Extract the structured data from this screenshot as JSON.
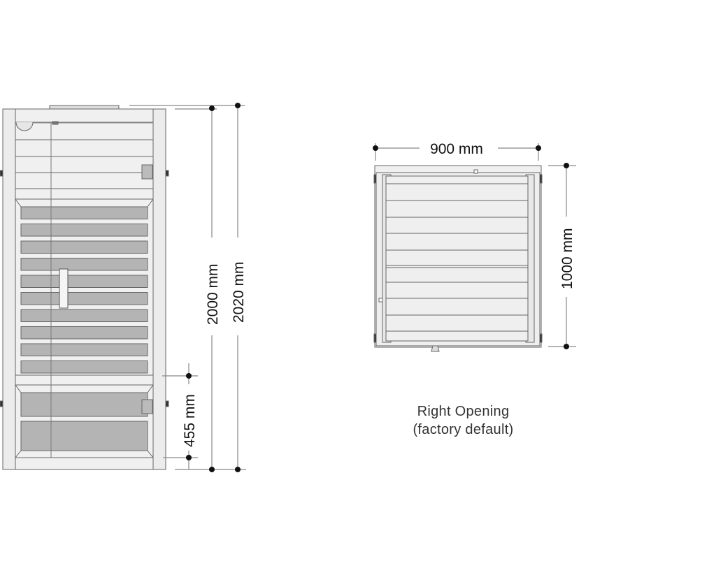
{
  "front_view": {
    "dimensions": {
      "height_inner": "2000 mm",
      "height_outer": "2020 mm",
      "lower_panel_height": "455 mm"
    }
  },
  "top_view": {
    "dimensions": {
      "width": "900 mm",
      "depth": "1000 mm"
    }
  },
  "caption": {
    "line1": "Right Opening",
    "line2": "(factory default)"
  },
  "colors": {
    "frame": "#f0f0f0",
    "glass_dark": "#b4b4b4",
    "stroke": "#555555",
    "dimension": "#111111"
  }
}
